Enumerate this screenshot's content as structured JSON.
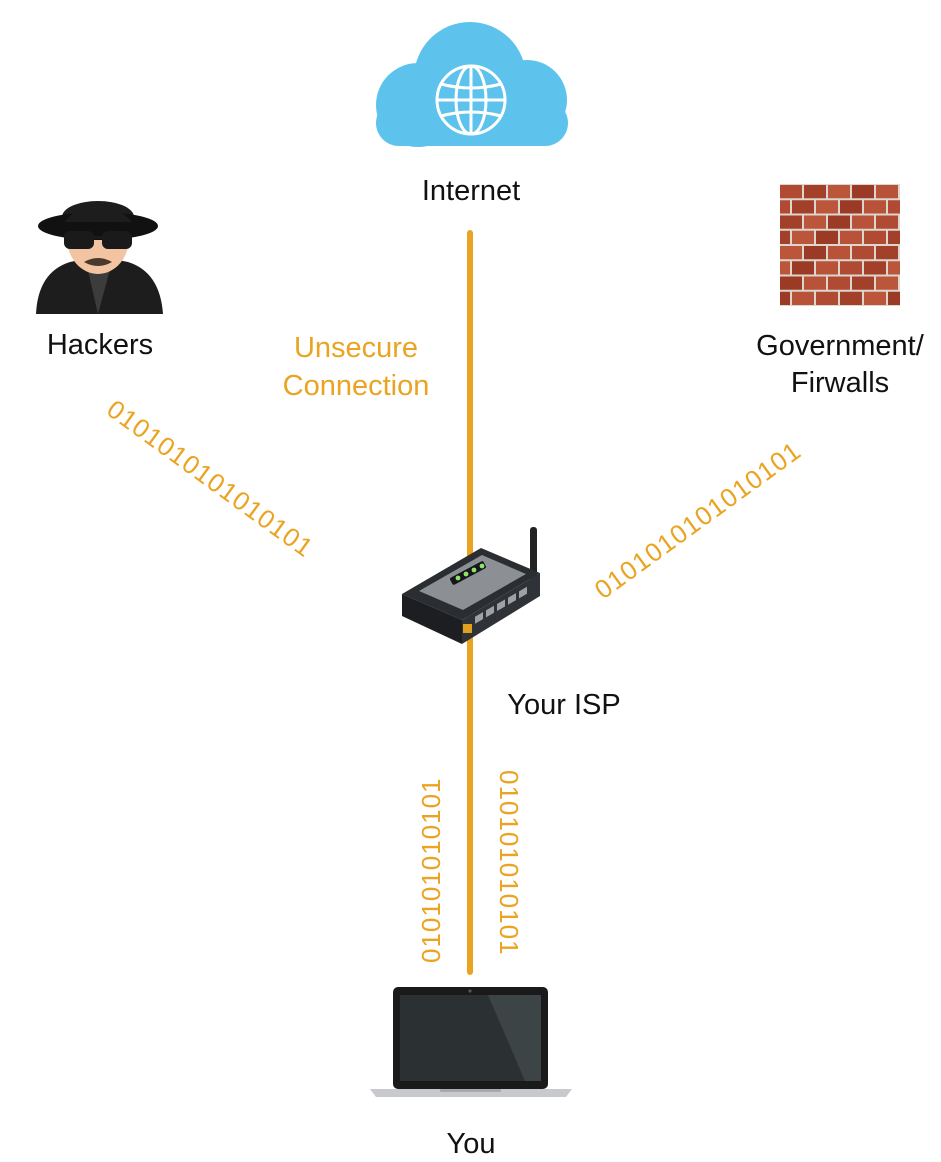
{
  "colors": {
    "accent": "#eaa422",
    "cloud": "#5ec3ec",
    "text": "#111111",
    "brick": "#b04a32",
    "mortar": "#dcd6cf"
  },
  "icons": {
    "internet": "cloud-globe-icon",
    "hackers": "hacker-icon",
    "firewall": "brick-wall-icon",
    "isp": "router-icon",
    "you": "laptop-icon"
  },
  "labels": {
    "internet": "Internet",
    "hackers": "Hackers",
    "unsecure_line1": "Unsecure",
    "unsecure_line2": "Connection",
    "government_line1": "Government/",
    "government_line2": "Firwalls",
    "isp": "Your ISP",
    "you": "You"
  },
  "binary": {
    "hackers_stream": "0101010101010101",
    "government_stream": "0101010101010101",
    "down_left": "010101010101",
    "down_right": "010101010101"
  }
}
